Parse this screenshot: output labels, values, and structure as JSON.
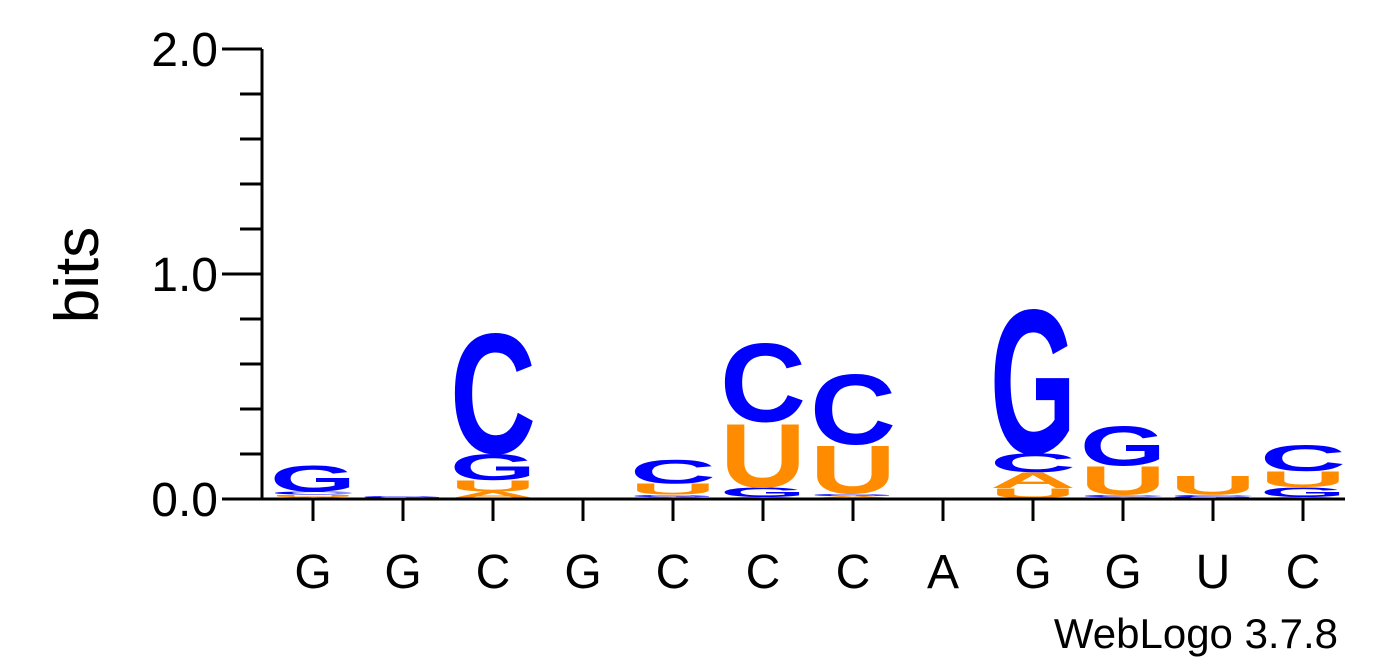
{
  "chart_data": {
    "type": "sequence-logo",
    "ylabel": "bits",
    "ylim": [
      0,
      2
    ],
    "yticks": [
      "0.0",
      "1.0",
      "2.0"
    ],
    "ytick_values": [
      0,
      1,
      2
    ],
    "minor_tick_step": 0.2,
    "consensus": [
      "G",
      "G",
      "C",
      "G",
      "C",
      "C",
      "C",
      "A",
      "G",
      "G",
      "U",
      "C"
    ],
    "colors": {
      "C": "#0000ff",
      "G": "#0000ff",
      "U": "#ff8c00",
      "A": "#ff8c00"
    },
    "positions": [
      {
        "stack": [
          {
            "base": "A",
            "bits": 0.005
          },
          {
            "base": "U",
            "bits": 0.01
          },
          {
            "base": "C",
            "bits": 0.015
          },
          {
            "base": "G",
            "bits": 0.12
          }
        ]
      },
      {
        "stack": [
          {
            "base": "G",
            "bits": 0.01
          }
        ]
      },
      {
        "stack": [
          {
            "base": "A",
            "bits": 0.03
          },
          {
            "base": "U",
            "bits": 0.05
          },
          {
            "base": "G",
            "bits": 0.12
          },
          {
            "base": "C",
            "bits": 0.55
          }
        ]
      },
      {
        "stack": []
      },
      {
        "stack": [
          {
            "base": "A",
            "bits": 0.005
          },
          {
            "base": "G",
            "bits": 0.01
          },
          {
            "base": "U",
            "bits": 0.05
          },
          {
            "base": "C",
            "bits": 0.11
          }
        ]
      },
      {
        "stack": [
          {
            "base": "A",
            "bits": 0.005
          },
          {
            "base": "G",
            "bits": 0.045
          },
          {
            "base": "U",
            "bits": 0.29
          },
          {
            "base": "C",
            "bits": 0.36
          }
        ]
      },
      {
        "stack": [
          {
            "base": "A",
            "bits": 0.01
          },
          {
            "base": "G",
            "bits": 0.01
          },
          {
            "base": "U",
            "bits": 0.22
          },
          {
            "base": "C",
            "bits": 0.32
          }
        ]
      },
      {
        "stack": []
      },
      {
        "stack": [
          {
            "base": "U",
            "bits": 0.045
          },
          {
            "base": "A",
            "bits": 0.07
          },
          {
            "base": "C",
            "bits": 0.085
          },
          {
            "base": "G",
            "bits": 0.66
          }
        ]
      },
      {
        "stack": [
          {
            "base": "A",
            "bits": 0.005
          },
          {
            "base": "C",
            "bits": 0.01
          },
          {
            "base": "U",
            "bits": 0.13
          },
          {
            "base": "G",
            "bits": 0.18
          }
        ]
      },
      {
        "stack": [
          {
            "base": "G",
            "bits": 0.005
          },
          {
            "base": "C",
            "bits": 0.01
          },
          {
            "base": "U",
            "bits": 0.085
          }
        ]
      },
      {
        "stack": [
          {
            "base": "A",
            "bits": 0.005
          },
          {
            "base": "G",
            "bits": 0.045
          },
          {
            "base": "U",
            "bits": 0.07
          },
          {
            "base": "C",
            "bits": 0.12
          }
        ]
      }
    ]
  },
  "footer": "WebLogo 3.7.8"
}
